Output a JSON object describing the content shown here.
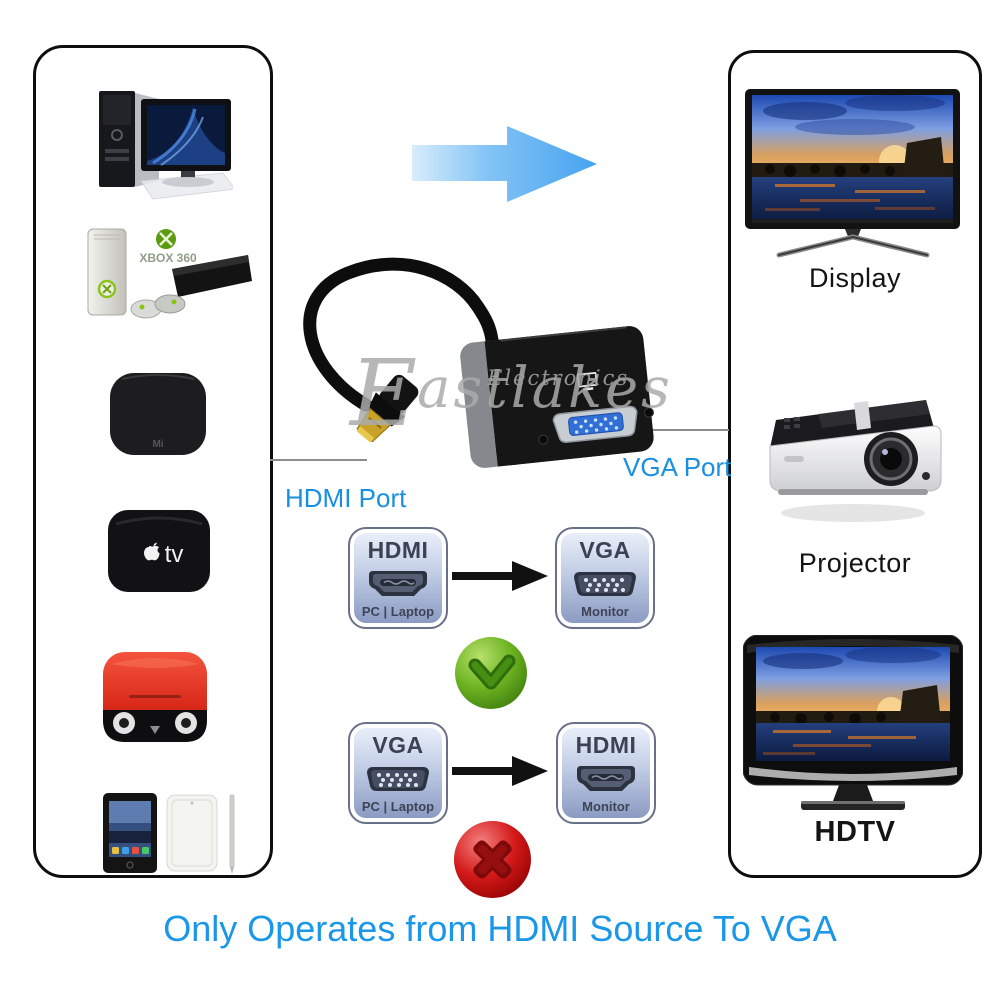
{
  "caption": {
    "text": "Only Operates from HDMI Source To VGA",
    "color": "#1a97e8"
  },
  "watermark": {
    "brand_initial": "E",
    "brand_rest": "astlakes",
    "electronics": "Electronics"
  },
  "ports": {
    "hdmi": "HDMI Port",
    "vga": "VGA Port"
  },
  "sources": {
    "consoles_logo": "XBOX 360",
    "mi_logo": "Mi",
    "appletv_logo": "tv",
    "items": [
      "desktop-pc",
      "xbox360-ps3-consoles",
      "mi-box",
      "apple-tv",
      "red-tv-box",
      "ipad-tablet"
    ]
  },
  "outputs": [
    {
      "label": "Display"
    },
    {
      "label": "Projector"
    },
    {
      "label": "HDTV"
    }
  ],
  "compat": {
    "row1": {
      "from": {
        "title": "HDMI",
        "sub": "PC | Laptop"
      },
      "to": {
        "title": "VGA",
        "sub": "Monitor"
      },
      "result": "allowed"
    },
    "row2": {
      "from": {
        "title": "VGA",
        "sub": "PC | Laptop"
      },
      "to": {
        "title": "HDMI",
        "sub": "Monitor"
      },
      "result": "not-allowed"
    }
  },
  "icons": {
    "direction_arrow": "blue-right-arrow",
    "flow_arrow": "black-right-arrow",
    "allowed": "green-check",
    "not_allowed": "red-cross"
  },
  "colors": {
    "accent_blue": "#1a8fe0",
    "check_green": "#5a9c1c",
    "cross_red": "#c41111"
  }
}
